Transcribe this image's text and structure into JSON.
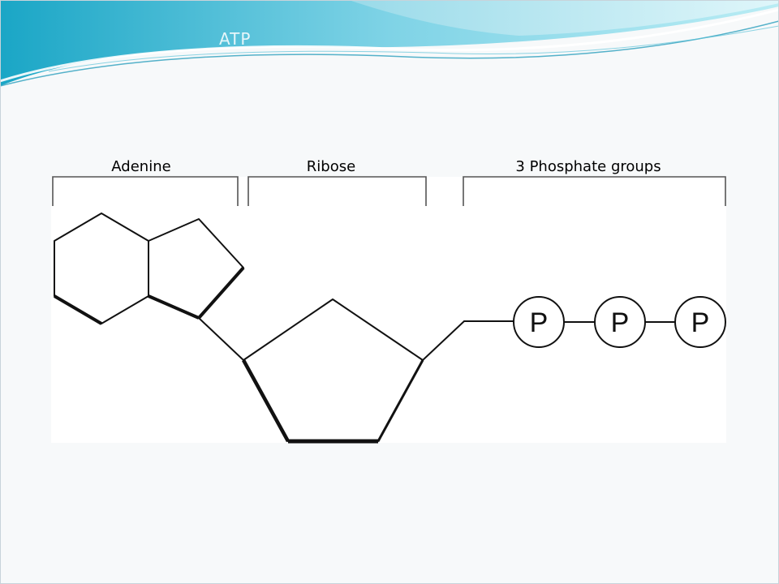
{
  "slide": {
    "title": "ATP",
    "accent_color": "#3fb6cf",
    "background_color": "#f7f9fa"
  },
  "diagram": {
    "labels": {
      "adenine": "Adenine",
      "ribose": "Ribose",
      "phosphates": "3 Phosphate groups"
    },
    "phosphate_symbols": [
      "P",
      "P",
      "P"
    ]
  }
}
